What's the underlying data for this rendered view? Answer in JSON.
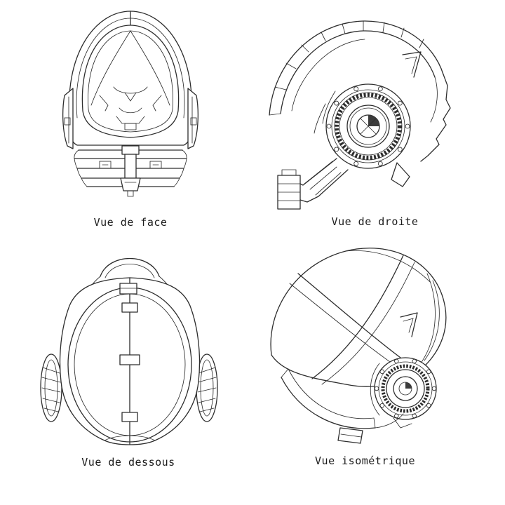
{
  "page": {
    "background": "#ffffff",
    "line_color": "#2d2d2d",
    "caption_color": "#1b1b1b"
  },
  "views": [
    {
      "id": "front",
      "label": "Vue de face"
    },
    {
      "id": "right",
      "label": "Vue de droite"
    },
    {
      "id": "bottom",
      "label": "Vue de dessous"
    },
    {
      "id": "isometric",
      "label": "Vue isométrique"
    }
  ]
}
